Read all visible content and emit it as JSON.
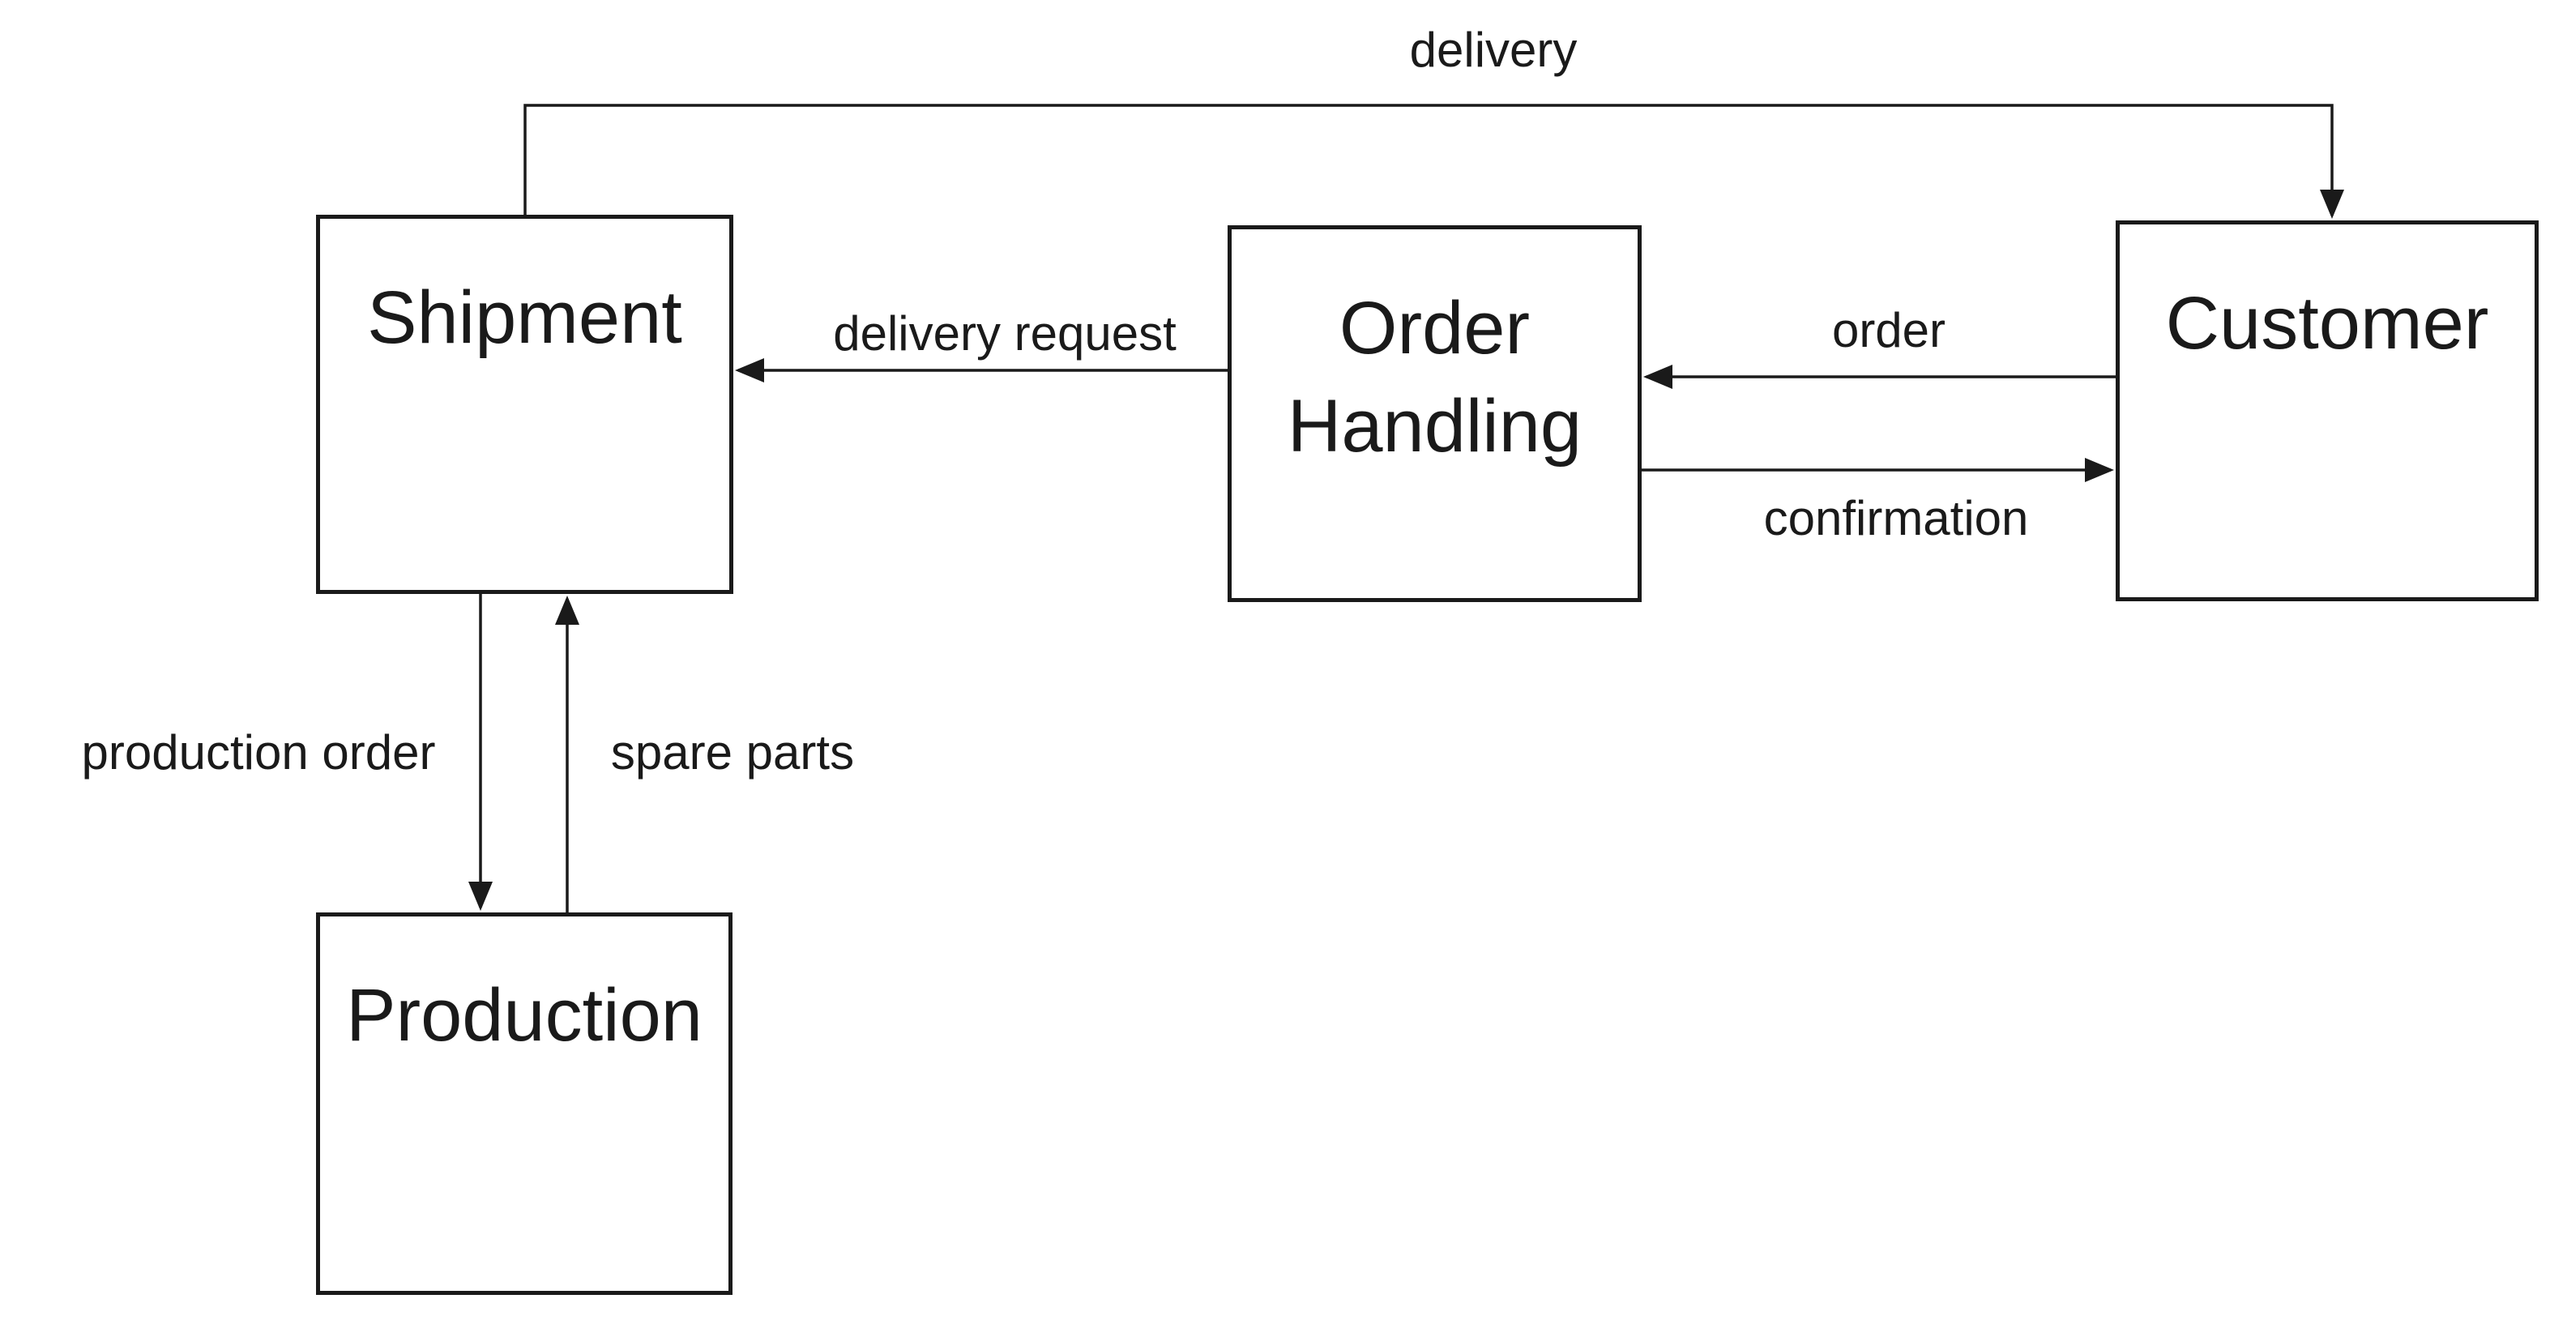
{
  "diagram": {
    "kind": "process-communication-diagram",
    "colors": {
      "background": "#ffffff",
      "node_fill": "#ffffff",
      "line": "#1a1a1a",
      "text": "#1a1a1a"
    },
    "nodes": [
      {
        "id": "shipment",
        "label": "Shipment"
      },
      {
        "id": "order-handling",
        "label": "Order Handling"
      },
      {
        "id": "customer",
        "label": "Customer"
      },
      {
        "id": "production",
        "label": "Production"
      }
    ],
    "edges": [
      {
        "id": "delivery",
        "label": "delivery",
        "from": "Shipment",
        "to": "Customer"
      },
      {
        "id": "delivery-request",
        "label": "delivery request",
        "from": "Order Handling",
        "to": "Shipment"
      },
      {
        "id": "order",
        "label": "order",
        "from": "Customer",
        "to": "Order Handling"
      },
      {
        "id": "confirmation",
        "label": "confirmation",
        "from": "Order Handling",
        "to": "Customer"
      },
      {
        "id": "production-order",
        "label": "production order",
        "from": "Shipment",
        "to": "Production"
      },
      {
        "id": "spare-parts",
        "label": "spare parts",
        "from": "Production",
        "to": "Shipment"
      }
    ]
  }
}
